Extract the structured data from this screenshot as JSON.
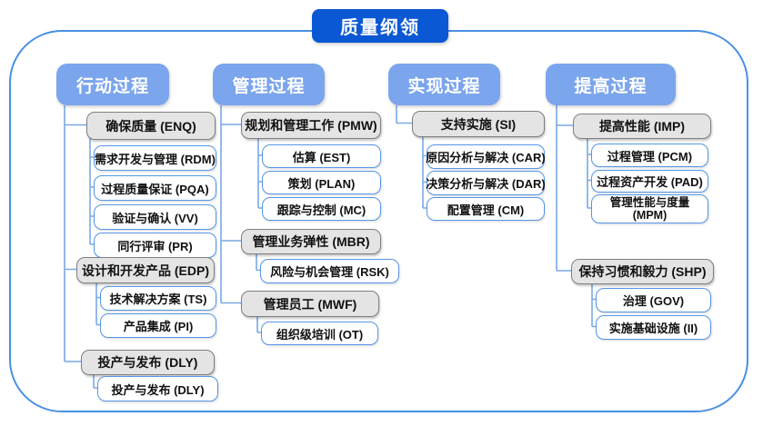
{
  "title": "质量纲领",
  "colors": {
    "title_bg": "#0b58d5",
    "header_bg": "#7ba5ec",
    "connector": "#79a9e6",
    "white_box_border": "#5596e6",
    "gray_box_bg": "#e4e4e4",
    "gray_box_border": "#7f7f7f",
    "frame_border": "#4a90e2"
  },
  "columns": [
    {
      "id": "action",
      "header": "行动过程",
      "groups": [
        {
          "id": "enq",
          "label": "确保质量 (ENQ)",
          "children": [
            {
              "id": "rdm",
              "label": "需求开发与管理 (RDM)"
            },
            {
              "id": "pqa",
              "label": "过程质量保证 (PQA)"
            },
            {
              "id": "vv",
              "label": "验证与确认 (VV)"
            },
            {
              "id": "pr",
              "label": "同行评审 (PR)"
            }
          ]
        },
        {
          "id": "edp",
          "label": "设计和开发产品 (EDP)",
          "children": [
            {
              "id": "ts",
              "label": "技术解决方案 (TS)"
            },
            {
              "id": "pi",
              "label": "产品集成 (PI)"
            }
          ]
        },
        {
          "id": "dly",
          "label": "投产与发布 (DLY)",
          "children": [
            {
              "id": "dly2",
              "label": "投产与发布 (DLY)"
            }
          ]
        }
      ]
    },
    {
      "id": "management",
      "header": "管理过程",
      "groups": [
        {
          "id": "pmw",
          "label": "规划和管理工作 (PMW)",
          "children": [
            {
              "id": "est",
              "label": "估算 (EST)"
            },
            {
              "id": "plan",
              "label": "策划 (PLAN)"
            },
            {
              "id": "mc",
              "label": "跟踪与控制 (MC)"
            }
          ]
        },
        {
          "id": "mbr",
          "label": "管理业务弹性 (MBR)",
          "children": [
            {
              "id": "rsk",
              "label": "风险与机会管理 (RSK)"
            }
          ]
        },
        {
          "id": "mwf",
          "label": "管理员工 (MWF)",
          "children": [
            {
              "id": "ot",
              "label": "组织级培训 (OT)"
            }
          ]
        }
      ]
    },
    {
      "id": "realization",
      "header": "实现过程",
      "groups": [
        {
          "id": "si",
          "label": "支持实施 (SI)",
          "children": [
            {
              "id": "car",
              "label": "原因分析与解决 (CAR)"
            },
            {
              "id": "dar",
              "label": "决策分析与解决 (DAR)"
            },
            {
              "id": "cm",
              "label": "配置管理 (CM)"
            }
          ]
        }
      ]
    },
    {
      "id": "improvement",
      "header": "提高过程",
      "groups": [
        {
          "id": "imp",
          "label": "提高性能 (IMP)",
          "children": [
            {
              "id": "pcm",
              "label": "过程管理 (PCM)"
            },
            {
              "id": "pad",
              "label": "过程资产开发 (PAD)"
            },
            {
              "id": "mpm",
              "label": "管理性能与度量 (MPM)"
            }
          ]
        },
        {
          "id": "shp",
          "label": "保持习惯和毅力 (SHP)",
          "children": [
            {
              "id": "gov",
              "label": "治理 (GOV)"
            },
            {
              "id": "ii",
              "label": "实施基础设施 (II)"
            }
          ]
        }
      ]
    }
  ]
}
